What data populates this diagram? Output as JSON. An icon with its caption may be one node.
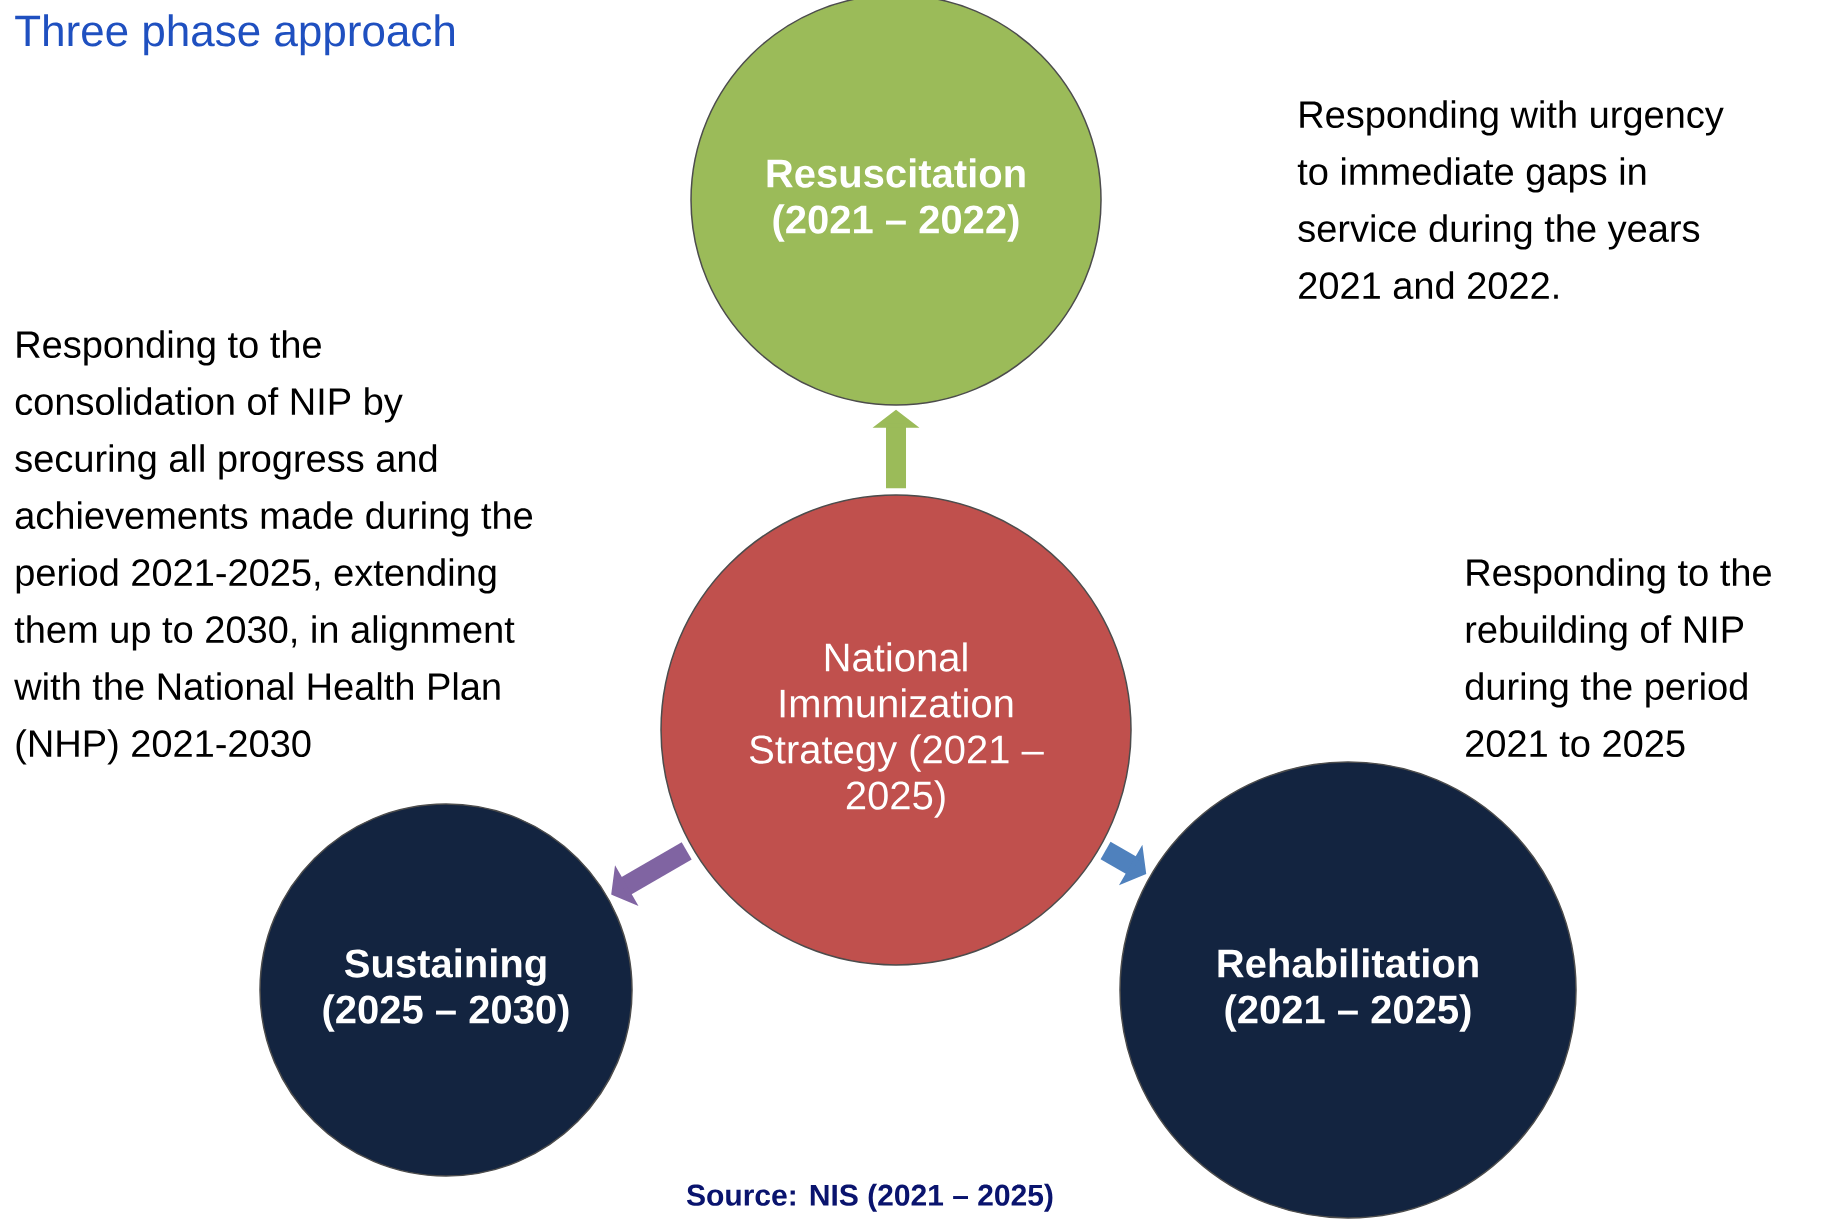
{
  "diagram": {
    "title": "Three phase approach",
    "caption": "Source: NIS (2021 – 2025)",
    "nodes": [
      {
        "text": [
          "Resuscitation (2021 – 2022)"
        ]
      },
      {
        "text": [
          "National Immunization Strategy (2021 – 2025)"
        ]
      },
      {
        "text": [
          "Sustaining (2025 – 2030)"
        ],
        "beside": [
          "Responding to the consolidation of NIP by securing all progress and achievements made during the period 2021-2025, extending them up to 2030, in alignment with the National Health Plan (NHP) 2021-2030"
        ]
      },
      {
        "text": [
          "Rehabilitation (2021 – 2025)"
        ],
        "beside": [
          "Responding to the rebuilding of NIP during the period 2021 to 2025"
        ]
      }
    ],
    "edges": [
      {
        "from": 1,
        "to": 0,
        "arrow": "to",
        "color": "#9bbb59"
      },
      {
        "from": 1,
        "to": 2,
        "arrow": "to",
        "color": "#8064a2"
      },
      {
        "from": 1,
        "to": 3,
        "arrow": "to",
        "color": "#4f81bd"
      }
    ],
    "labels": [
      "Responding with urgency to immediate gaps in service during the years 2021 and 2022."
    ]
  }
}
